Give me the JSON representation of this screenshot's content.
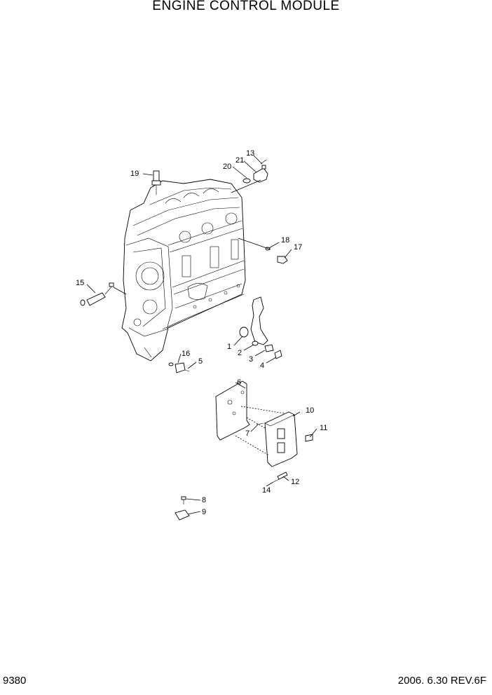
{
  "title": "ENGINE CONTROL MODULE",
  "page_number": "9380",
  "revision": "2006. 6.30  REV.6F",
  "callouts": {
    "c1": "1",
    "c2": "2",
    "c3": "3",
    "c4": "4",
    "c5": "5",
    "c6": "6",
    "c7": "7",
    "c8": "8",
    "c9": "9",
    "c10": "10",
    "c11": "11",
    "c12": "12",
    "c13": "13",
    "c14": "14",
    "c15": "15",
    "c16": "16",
    "c17": "17",
    "c18": "18",
    "c19": "19",
    "c20": "20",
    "c21": "21"
  }
}
